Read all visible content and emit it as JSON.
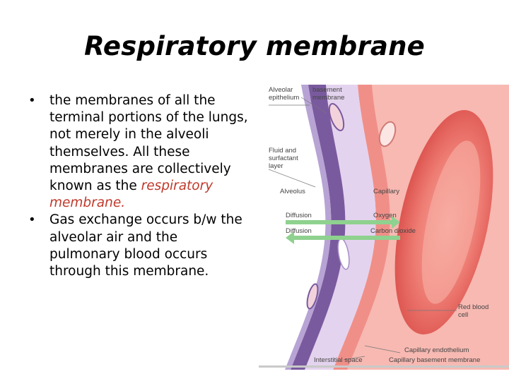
{
  "slide": {
    "title": "Respiratory membrane",
    "bullets": [
      {
        "text_before": "the membranes of all the terminal portions of the lungs, not merely in the alveoli themselves. All these membranes are collectively known as the ",
        "emphasis": "respiratory membrane.",
        "text_after": ""
      },
      {
        "text_before": "Gas exchange occurs b/w the alveolar air and the pulmonary blood occurs through this membrane.",
        "emphasis": "",
        "text_after": ""
      }
    ]
  },
  "figure": {
    "labels": {
      "alveolar_epithelium_1": "Alveolar",
      "alveolar_epithelium_2": "epithelium",
      "basement_membrane_1": "basement",
      "basement_membrane_2": "membrane",
      "fluid_layer_1": "Fluid and",
      "fluid_layer_2": "surfactant",
      "fluid_layer_3": "layer",
      "alveolus": "Alveolus",
      "capillary": "Capillary",
      "diffusion_1": "Diffusion",
      "oxygen": "Oxygen",
      "diffusion_2": "Diffusion",
      "carbon_dioxide": "Carbon dioxide",
      "red_blood_cell_1": "Red blood",
      "red_blood_cell_2": "cell",
      "capillary_endothelium": "Capillary endothelium",
      "interstitial_space": "Interstitial space",
      "capillary_basement_membrane": "Capillary basement membrane"
    },
    "colors": {
      "epithelium": "#7a5a9e",
      "membrane_light": "#d9c6e6",
      "capillary": "#f4a8a2",
      "red_blood_cell": "#e95a5a",
      "arrow": "#8fd18f"
    }
  }
}
